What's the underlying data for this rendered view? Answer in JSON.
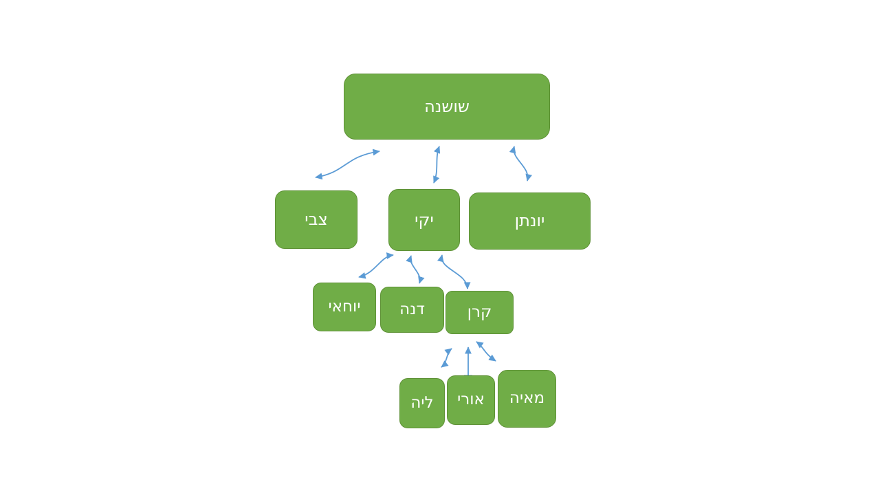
{
  "colors": {
    "background": "#FFFFFF",
    "node_fill": "#70AD47",
    "node_border": "#5E9136",
    "node_text": "#FFFFFF",
    "arrow": "#5B9BD5"
  },
  "nodes": {
    "shoshana": {
      "label": "שושנה"
    },
    "tzvi": {
      "label": "צבי"
    },
    "yaki": {
      "label": "יקי"
    },
    "yonatan": {
      "label": "יונתן"
    },
    "yochai": {
      "label": "יוחאי"
    },
    "dana": {
      "label": "דנה"
    },
    "keren": {
      "label": "קרן"
    },
    "lia": {
      "label": "ליה"
    },
    "uri": {
      "label": "אורי"
    },
    "maya": {
      "label": "מאיה"
    }
  },
  "edges": [
    {
      "from": "שושנה",
      "to": "צבי",
      "style": "curved",
      "arrows": "both"
    },
    {
      "from": "שושנה",
      "to": "יקי",
      "style": "curved",
      "arrows": "both"
    },
    {
      "from": "שושנה",
      "to": "יונתן",
      "style": "curved",
      "arrows": "both"
    },
    {
      "from": "יקי",
      "to": "יוחאי",
      "style": "curved",
      "arrows": "both"
    },
    {
      "from": "יקי",
      "to": "דנה",
      "style": "curved",
      "arrows": "both"
    },
    {
      "from": "יקי",
      "to": "קרן",
      "style": "curved",
      "arrows": "both"
    },
    {
      "from": "קרן",
      "to": "ליה",
      "style": "curved",
      "arrows": "both"
    },
    {
      "from": "קרן",
      "to": "אורי",
      "style": "straight",
      "arrows": "up"
    },
    {
      "from": "קרן",
      "to": "מאיה",
      "style": "curved",
      "arrows": "both"
    }
  ]
}
